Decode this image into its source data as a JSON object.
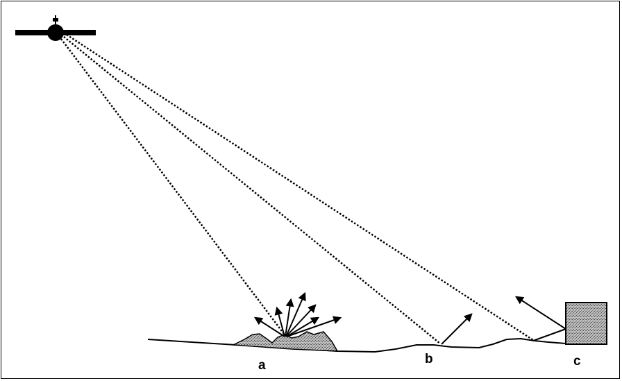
{
  "labels": {
    "a": "a",
    "b": "b",
    "c": "c"
  },
  "colors": {
    "ink": "#000000",
    "terrain_fill": "#8a8a8a",
    "building_fill": "#9a9a9a",
    "background": "#ffffff"
  },
  "icons": {
    "sensor": "satellite-icon",
    "rough_surface": "rough-terrain-icon",
    "object": "building-block-icon"
  }
}
